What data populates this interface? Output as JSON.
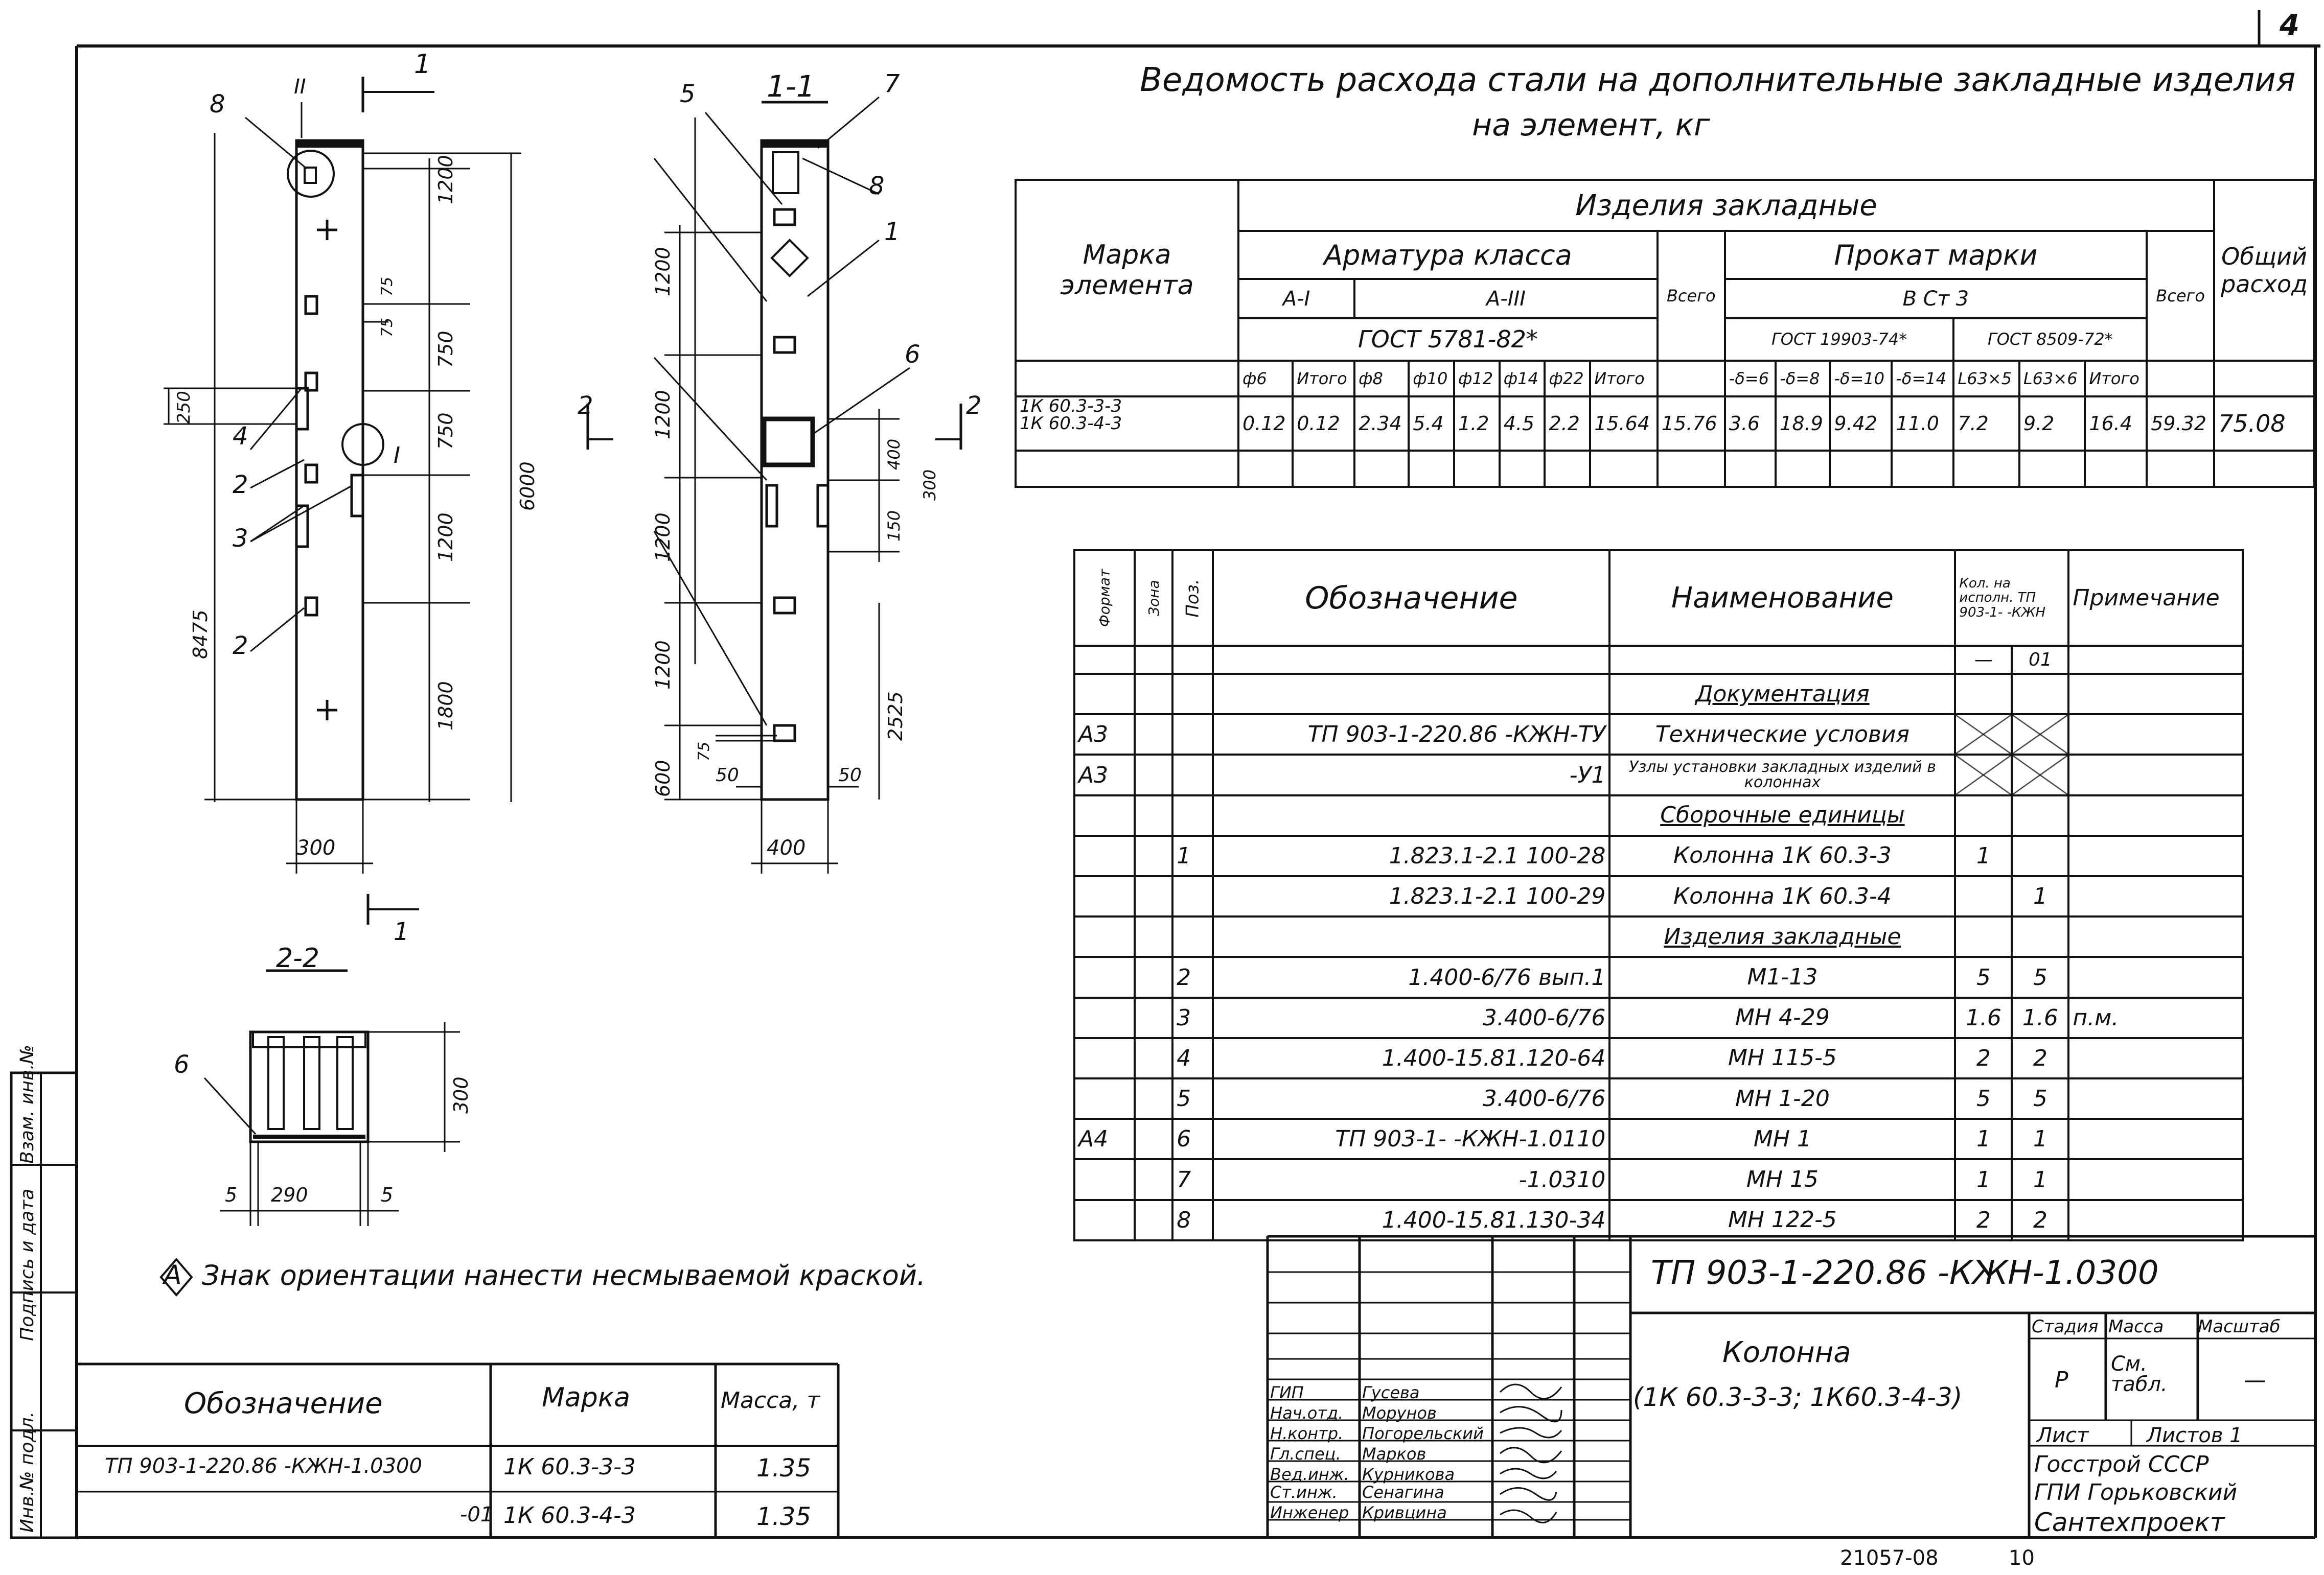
{
  "sheet_number": "4",
  "footer_code": "21057-08",
  "footer_page": "10",
  "steel_table": {
    "title_line1": "Ведомость расхода стали на дополнительные закладные изделия",
    "title_line2": "на элемент, кг",
    "h_mark": "Марка элемента",
    "h_items": "Изделия закладные",
    "h_rebar": "Арматура класса",
    "h_rolled": "Прокат марки",
    "h_total": "Всего",
    "h_total2": "Всего",
    "h_overall": "Общий расход",
    "h_AI": "A-I",
    "h_AIII": "A-III",
    "h_st3": "В Ст 3",
    "h_gost_rebar": "ГОСТ 5781-82*",
    "h_gost_rolled1": "ГОСТ 19903-74*",
    "h_gost_rolled2": "ГОСТ 8509-72*",
    "cols": [
      "ф6",
      "Итого",
      "ф8",
      "ф10",
      "ф12",
      "ф14",
      "ф22",
      "Итого",
      "-δ=6",
      "-δ=8",
      "-δ=10",
      "-δ=14",
      "L63×5",
      "L63×6",
      "Итого"
    ],
    "marks": [
      "1К 60.3-3-3",
      "1К 60.3-4-3"
    ],
    "values": [
      "0.12",
      "0.12",
      "2.34",
      "5.4",
      "1.2",
      "4.5",
      "2.2",
      "15.64",
      "15.76",
      "3.6",
      "18.9",
      "9.42",
      "11.0",
      "7.2",
      "9.2",
      "16.4",
      "59.32",
      "75.08"
    ]
  },
  "spec": {
    "h_format": "Формат",
    "h_zone": "Зона",
    "h_pos": "Поз.",
    "h_desig": "Обозначение",
    "h_name": "Наименование",
    "h_qty": "Кол. на исполн. ТП 903-1- -КЖН",
    "h_qty_a": "—",
    "h_qty_b": "01",
    "h_note": "Примечание",
    "rows": [
      {
        "fmt": "",
        "zone": "",
        "pos": "",
        "desig": "",
        "name": "Документация",
        "q1": "",
        "q2": "",
        "note": ""
      },
      {
        "fmt": "А3",
        "zone": "",
        "pos": "",
        "desig": "ТП 903-1-220.86 -КЖН-ТУ",
        "name": "Технические условия",
        "q1": "",
        "q2": "",
        "note": ""
      },
      {
        "fmt": "А3",
        "zone": "",
        "pos": "",
        "desig": "-У1",
        "name": "Узлы установки закладных изделий в колоннах",
        "q1": "",
        "q2": "",
        "note": ""
      },
      {
        "fmt": "",
        "zone": "",
        "pos": "",
        "desig": "",
        "name": "Сборочные единицы",
        "q1": "",
        "q2": "",
        "note": ""
      },
      {
        "fmt": "",
        "zone": "",
        "pos": "1",
        "desig": "1.823.1-2.1 100-28",
        "name": "Колонна 1К 60.3-3",
        "q1": "1",
        "q2": "",
        "note": ""
      },
      {
        "fmt": "",
        "zone": "",
        "pos": "",
        "desig": "1.823.1-2.1 100-29",
        "name": "Колонна 1К 60.3-4",
        "q1": "",
        "q2": "1",
        "note": ""
      },
      {
        "fmt": "",
        "zone": "",
        "pos": "",
        "desig": "",
        "name": "Изделия закладные",
        "q1": "",
        "q2": "",
        "note": ""
      },
      {
        "fmt": "",
        "zone": "",
        "pos": "2",
        "desig": "1.400-6/76 вып.1",
        "name": "М1-13",
        "q1": "5",
        "q2": "5",
        "note": ""
      },
      {
        "fmt": "",
        "zone": "",
        "pos": "3",
        "desig": "3.400-6/76",
        "name": "МН 4-29",
        "q1": "1.6",
        "q2": "1.6",
        "note": "п.м."
      },
      {
        "fmt": "",
        "zone": "",
        "pos": "4",
        "desig": "1.400-15.81.120-64",
        "name": "МН 115-5",
        "q1": "2",
        "q2": "2",
        "note": ""
      },
      {
        "fmt": "",
        "zone": "",
        "pos": "5",
        "desig": "3.400-6/76",
        "name": "МН 1-20",
        "q1": "5",
        "q2": "5",
        "note": ""
      },
      {
        "fmt": "А4",
        "zone": "",
        "pos": "6",
        "desig": "ТП 903-1- -КЖН-1.0110",
        "name": "МН 1",
        "q1": "1",
        "q2": "1",
        "note": ""
      },
      {
        "fmt": "",
        "zone": "",
        "pos": "7",
        "desig": "-1.0310",
        "name": "МН 15",
        "q1": "1",
        "q2": "1",
        "note": ""
      },
      {
        "fmt": "",
        "zone": "",
        "pos": "8",
        "desig": "1.400-15.81.130-34",
        "name": "МН 122-5",
        "q1": "2",
        "q2": "2",
        "note": ""
      }
    ]
  },
  "mass_table": {
    "h_desig": "Обозначение",
    "h_mark": "Марка",
    "h_mass": "Масса, т",
    "rows": [
      {
        "desig": "ТП 903-1-220.86 -КЖН-1.0300",
        "mark": "1К 60.3-3-3",
        "mass": "1.35"
      },
      {
        "desig": "-01",
        "mark": "1К 60.3-4-3",
        "mass": "1.35"
      }
    ]
  },
  "note_text": "Знак ориентации нанести несмываемой краской.",
  "note_symbol": "A",
  "stamp": {
    "doc_code": "ТП 903-1-220.86 -КЖН-1.0300",
    "title1": "Колонна",
    "title2": "(1К 60.3-3-3; 1К60.3-4-3)",
    "h_stage": "Стадия",
    "h_mass": "Масса",
    "h_scale": "Масштаб",
    "stage": "Р",
    "mass": "См. табл.",
    "scale": "—",
    "sheet": "Лист",
    "sheets": "Листов 1",
    "org1": "Госстрой СССР",
    "org2": "ГПИ Горьковский",
    "org3": "Сантехпроект",
    "roles": [
      "ГИП",
      "Нач.отд.",
      "Н.контр.",
      "Гл.спец.",
      "Вед.инж.",
      "Ст.инж.",
      "Инженер"
    ],
    "names": [
      "Гусева",
      "Морунов",
      "Погорельский",
      "Марков",
      "Курникова",
      "Сенагина",
      "Кривцина"
    ]
  },
  "side_stamp": [
    "Инв.№ подл.",
    "Подпись и дата",
    "Взам. инв.№"
  ],
  "drawing": {
    "section_1": "1",
    "section_11": "1-1",
    "section_22": "2-2",
    "section_2": "2",
    "node": "I",
    "view_II": "II",
    "dims": [
      "1200",
      "750",
      "750",
      "1200",
      "1800",
      "6000",
      "8475",
      "250",
      "75",
      "75",
      "300",
      "1200",
      "1200",
      "1200",
      "1200",
      "600",
      "75",
      "50",
      "50",
      "2525",
      "400",
      "400",
      "150",
      "300",
      "300",
      "5",
      "290",
      "5"
    ],
    "pos_labels": [
      "8",
      "4",
      "2",
      "3",
      "2",
      "5",
      "7",
      "8",
      "1",
      "6",
      "6"
    ]
  }
}
